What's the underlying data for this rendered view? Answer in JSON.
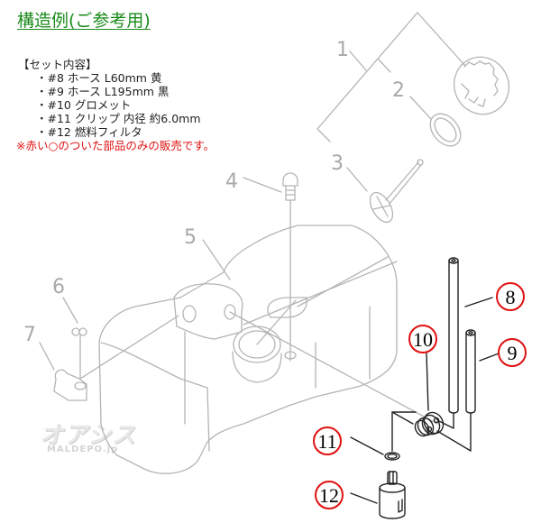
{
  "title": "構造例(ご参考用)",
  "set_contents": {
    "heading": "【セット内容】",
    "items": [
      "・#8 ホース L60mm 黄",
      "・#9 ホース L195mm 黒",
      "・#10 グロメット",
      "・#11 クリップ 内径 約6.0mm",
      "・#12 燃料フィルタ"
    ],
    "note": "※赤い○のついた部品のみの販売です。"
  },
  "diagram": {
    "gray_labels": [
      "1",
      "2",
      "3",
      "4",
      "5",
      "6",
      "7"
    ],
    "red_circled_labels": [
      "8",
      "9",
      "10",
      "11",
      "12"
    ],
    "colors": {
      "gray_line": "#b4b4b4",
      "gray_text": "#a9a9a9",
      "dark_line": "#222222",
      "red_circle": "#e01010",
      "title_green": "#1a8a1a",
      "note_red": "#e01010"
    }
  },
  "watermark": {
    "logo": "オアシス",
    "sub": "MALDEPO.jp"
  }
}
